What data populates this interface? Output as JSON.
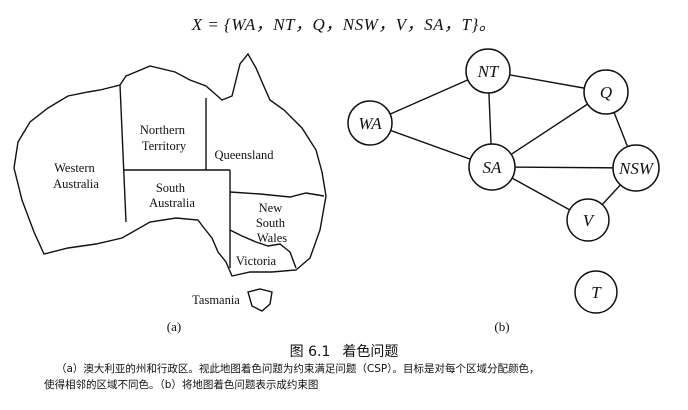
{
  "formula": "X = {WA，NT，Q，NSW，V，SA，T}。",
  "map": {
    "regions": {
      "wa": [
        "Western",
        "Australia"
      ],
      "nt": [
        "Northern",
        "Territory"
      ],
      "q": [
        "Queensland"
      ],
      "sa": [
        "South",
        "Australia"
      ],
      "nsw": [
        "New",
        "South",
        "Wales"
      ],
      "v": [
        "Victoria"
      ],
      "t": [
        "Tasmania"
      ]
    },
    "sublabel": "(a)"
  },
  "graph": {
    "nodes": {
      "WA": "WA",
      "NT": "NT",
      "Q": "Q",
      "SA": "SA",
      "NSW": "NSW",
      "V": "V",
      "T": "T"
    },
    "edges": [
      [
        "WA",
        "NT"
      ],
      [
        "WA",
        "SA"
      ],
      [
        "NT",
        "SA"
      ],
      [
        "NT",
        "Q"
      ],
      [
        "SA",
        "Q"
      ],
      [
        "SA",
        "NSW"
      ],
      [
        "SA",
        "V"
      ],
      [
        "Q",
        "NSW"
      ],
      [
        "NSW",
        "V"
      ]
    ],
    "sublabel": "(b)"
  },
  "figure": {
    "number": "图 6.1",
    "title": "着色问题",
    "caption_line1": "（a）澳大利亚的州和行政区。视此地图着色问题为约束满足问题（CSP）。目标是对每个区域分配颜色，",
    "caption_line2": "使得相邻的区域不同色。（b）将地图着色问题表示成约束图"
  }
}
